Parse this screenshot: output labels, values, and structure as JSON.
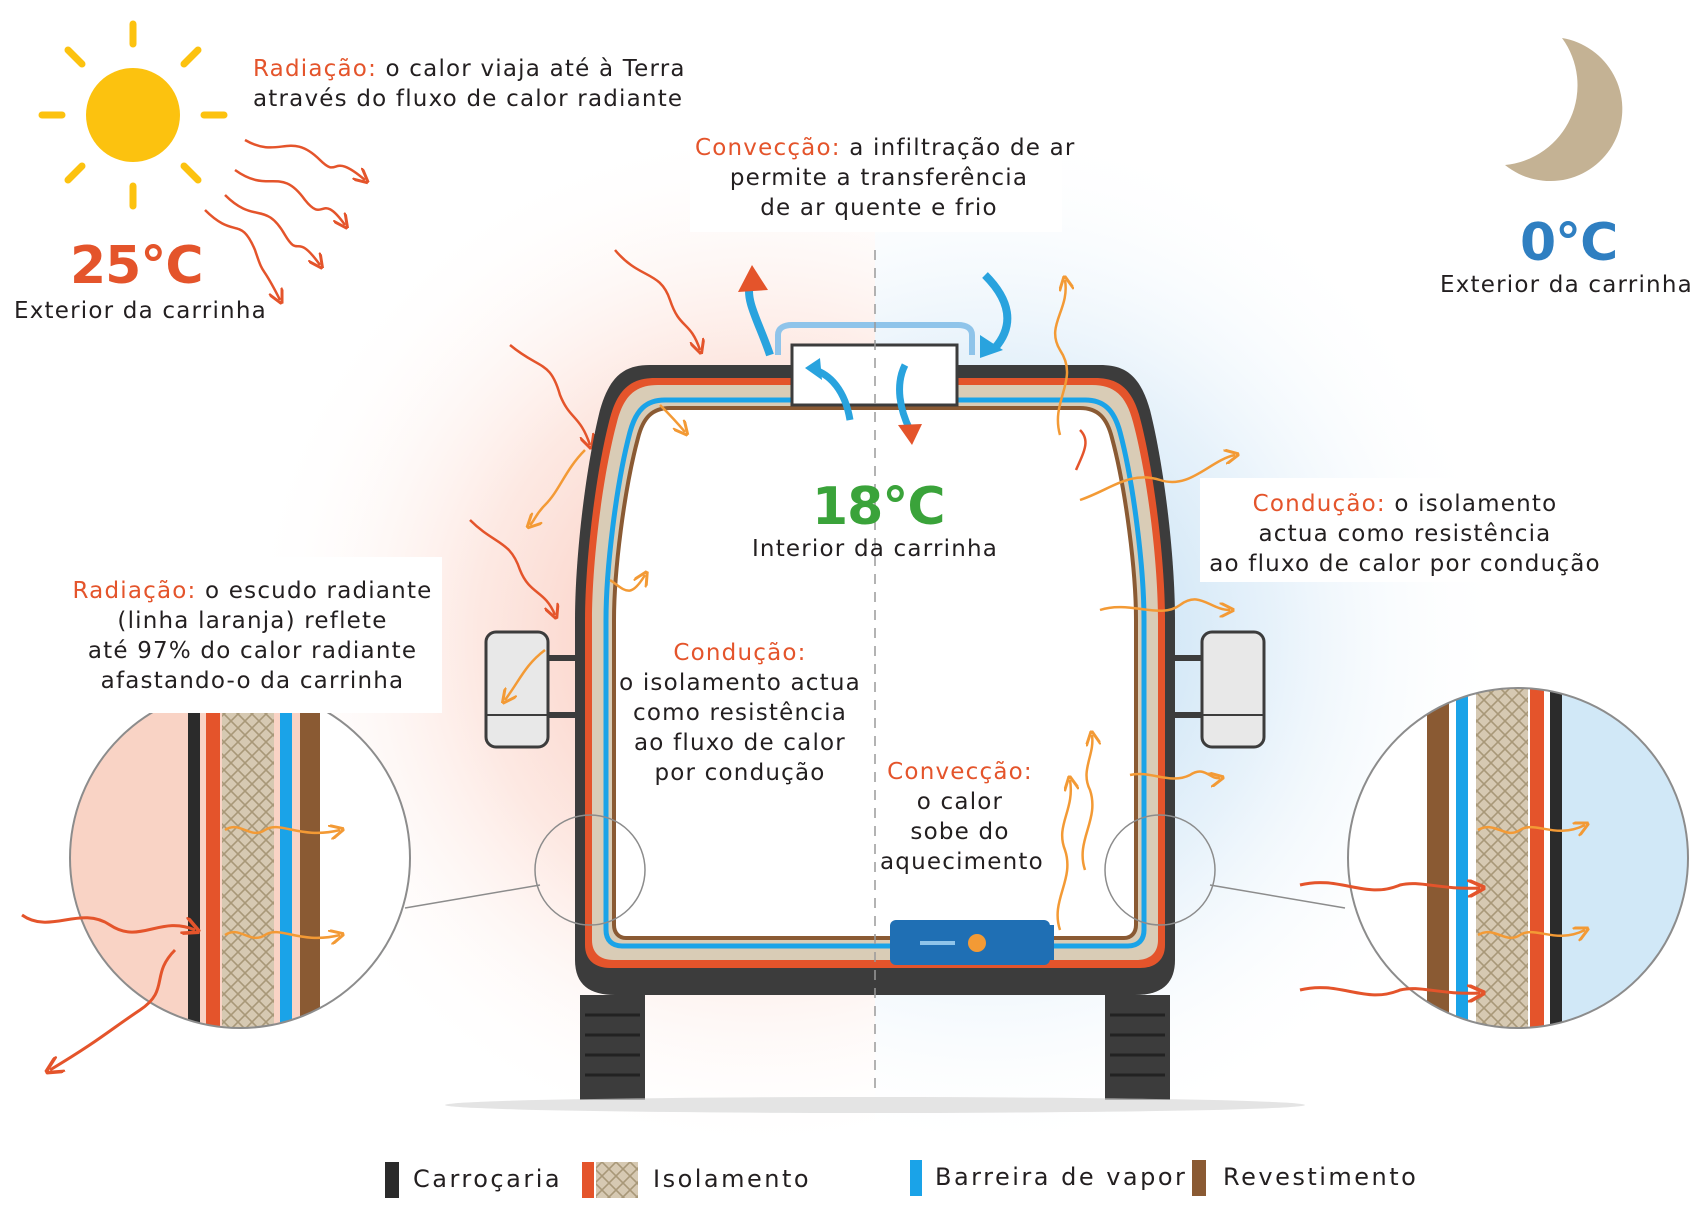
{
  "left": {
    "temperature": "25°C",
    "exterior_label": "Exterior da carrinha",
    "radiation_top": {
      "term": "Radiação:",
      "line1_rest": " o calor viaja até à Terra",
      "line2": "através do fluxo de calor radiante"
    },
    "radiation_side": {
      "term": "Radiação:",
      "line1_rest": " o escudo radiante",
      "line2": "(linha laranja) reflete",
      "line3": "até 97% do calor radiante",
      "line4": "afastando-o da carrinha"
    }
  },
  "right": {
    "temperature": "0°C",
    "exterior_label": "Exterior da carrinha",
    "conduction": {
      "term": "Condução:",
      "line1_rest": " o isolamento",
      "line2": "actua como resistência",
      "line3": "ao fluxo de calor por condução"
    }
  },
  "top": {
    "convection": {
      "term": "Convecção:",
      "line1_rest": " a infiltração de ar",
      "line2": "permite a transferência",
      "line3": "de ar quente e frio"
    }
  },
  "interior": {
    "temperature": "18°C",
    "label": "Interior da carrinha",
    "conduction": {
      "term": "Condução:",
      "line2": "o isolamento actua",
      "line3": "como resistência",
      "line4": "ao fluxo de calor",
      "line5": "por condução"
    },
    "convection": {
      "term": "Convecção:",
      "line2": "o calor",
      "line3": "sobe do",
      "line4": "aquecimento"
    }
  },
  "legend": [
    {
      "label": "Carroçaria",
      "color": "#2b2b2b"
    },
    {
      "label": "Isolamento",
      "color": "#e4542b"
    },
    {
      "label": "Barreira de vapor",
      "color": "#1aa3e8"
    },
    {
      "label": "Revestimento",
      "color": "#8a5a33"
    }
  ],
  "colors": {
    "warm": "#e4542b",
    "warm_light": "#f39a35",
    "cold": "#2f7fc1",
    "interior": "#3aa33a",
    "sun": "#fcc20f",
    "moon": "#c4b294",
    "body": "#3c3c3c",
    "vapor": "#1aa3e8",
    "lining": "#8a5a33",
    "insulation": "#d9ccb6"
  },
  "icons": [
    "sun-icon",
    "moon-icon",
    "heater-icon",
    "roof-vent-icon"
  ]
}
